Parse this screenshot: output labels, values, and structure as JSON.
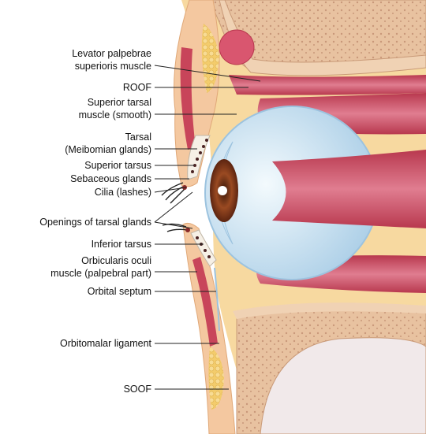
{
  "labels": {
    "levator_line1": "Levator palpebrae",
    "levator_line2": "superioris muscle",
    "roof": "ROOF",
    "superior_tarsal_line1": "Superior tarsal",
    "superior_tarsal_line2": "muscle (smooth)",
    "tarsal_line1": "Tarsal",
    "tarsal_line2": "(Meibomian glands)",
    "superior_tarsus": "Superior tarsus",
    "sebaceous_glands": "Sebaceous glands",
    "cilia": "Cilia (lashes)",
    "openings_tarsal_glands": "Openings of tarsal glands",
    "inferior_tarsus": "Inferior tarsus",
    "orbicularis_line1": "Orbicularis oculi",
    "orbicularis_line2": "muscle (palpebral part)",
    "orbital_septum": "Orbital septum",
    "orbitomalar_ligament": "Orbitomalar ligament",
    "soof": "SOOF"
  },
  "colors": {
    "fat": "#f5cf7e",
    "skin": "#f3c69a",
    "bone": "#e4bd98",
    "bone_spongy": "#d7a98a",
    "muscle": "#c8455a",
    "muscle_light": "#e7899a",
    "sclera": "#d8ecf7",
    "cornea_ring": "#b9d4ea",
    "iris": "#8a3a1c",
    "gland": "#5a2a2a",
    "leader_line": "#222222"
  }
}
